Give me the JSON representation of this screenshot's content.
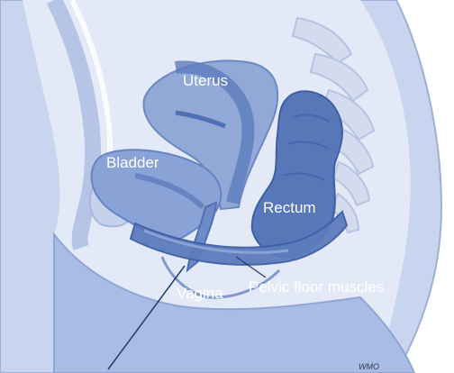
{
  "diagram": {
    "labels": {
      "uterus": "Uterus",
      "bladder": "Bladder",
      "rectum": "Rectum",
      "vagina": "Vagina",
      "pelvic_floor_muscles": "Pelvic floor muscles"
    },
    "signature": "WMO"
  },
  "colors": {
    "body_fill": "#a9bce3",
    "body_light": "#dfe6f5",
    "organ_fill": "#7f99cf",
    "organ_dark": "#4f70b4",
    "muscle_fill": "#5d7cbd",
    "label_white": "#ffffff",
    "label_blue": "#24569a"
  }
}
